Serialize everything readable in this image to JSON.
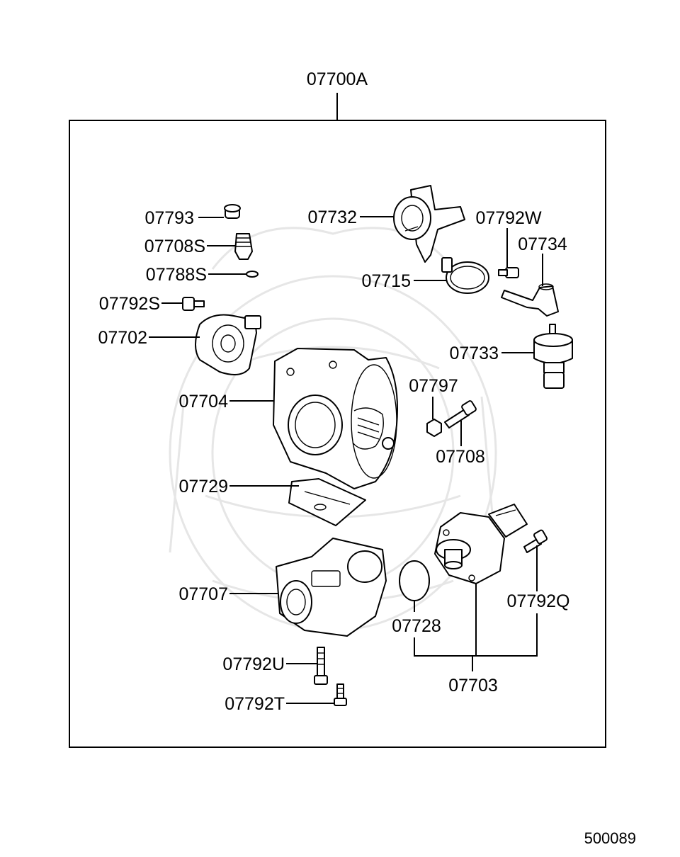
{
  "assembly_label": "07700A",
  "diagram_number": "500089",
  "callouts": {
    "p07793": "07793",
    "p07708S": "07708S",
    "p07788S": "07788S",
    "p07792S": "07792S",
    "p07702": "07702",
    "p07704": "07704",
    "p07729": "07729",
    "p07707": "07707",
    "p07792U": "07792U",
    "p07792T": "07792T",
    "p07732": "07732",
    "p07715": "07715",
    "p07792W": "07792W",
    "p07734": "07734",
    "p07733": "07733",
    "p07797": "07797",
    "p07708": "07708",
    "p07728": "07728",
    "p07792Q": "07792Q",
    "p07703": "07703"
  }
}
